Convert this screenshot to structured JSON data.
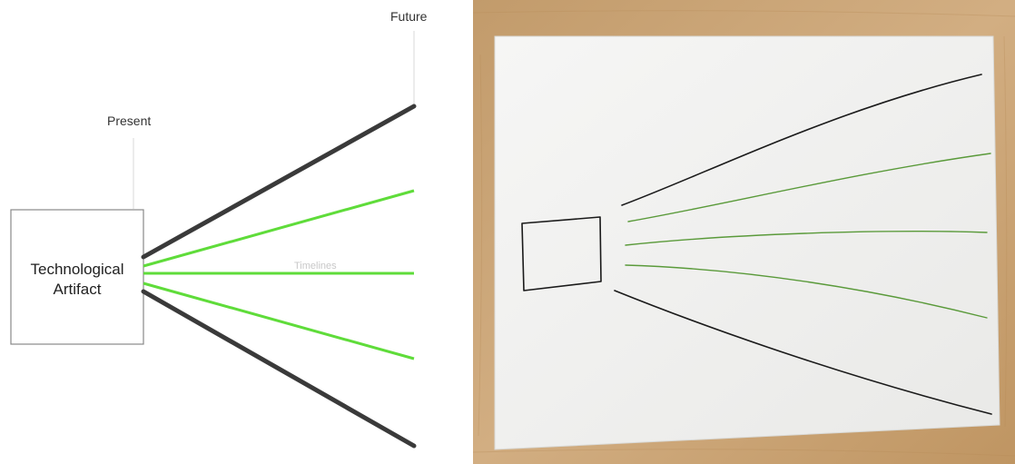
{
  "diagram": {
    "artifact_label": "Technological\nArtifact",
    "present_label": "Present",
    "future_label": "Future",
    "timelines_label": "Timelines"
  },
  "colors": {
    "timeline_dark": "#3a3a3a",
    "timeline_green": "#5fdc3a",
    "box_stroke": "#888888",
    "guide_line": "#d8d8d8",
    "sketch_green": "#5a9a3a",
    "sketch_dark": "#1a1a1a",
    "table_wood": "#c9a57a",
    "paper": "#f3f3f1"
  }
}
